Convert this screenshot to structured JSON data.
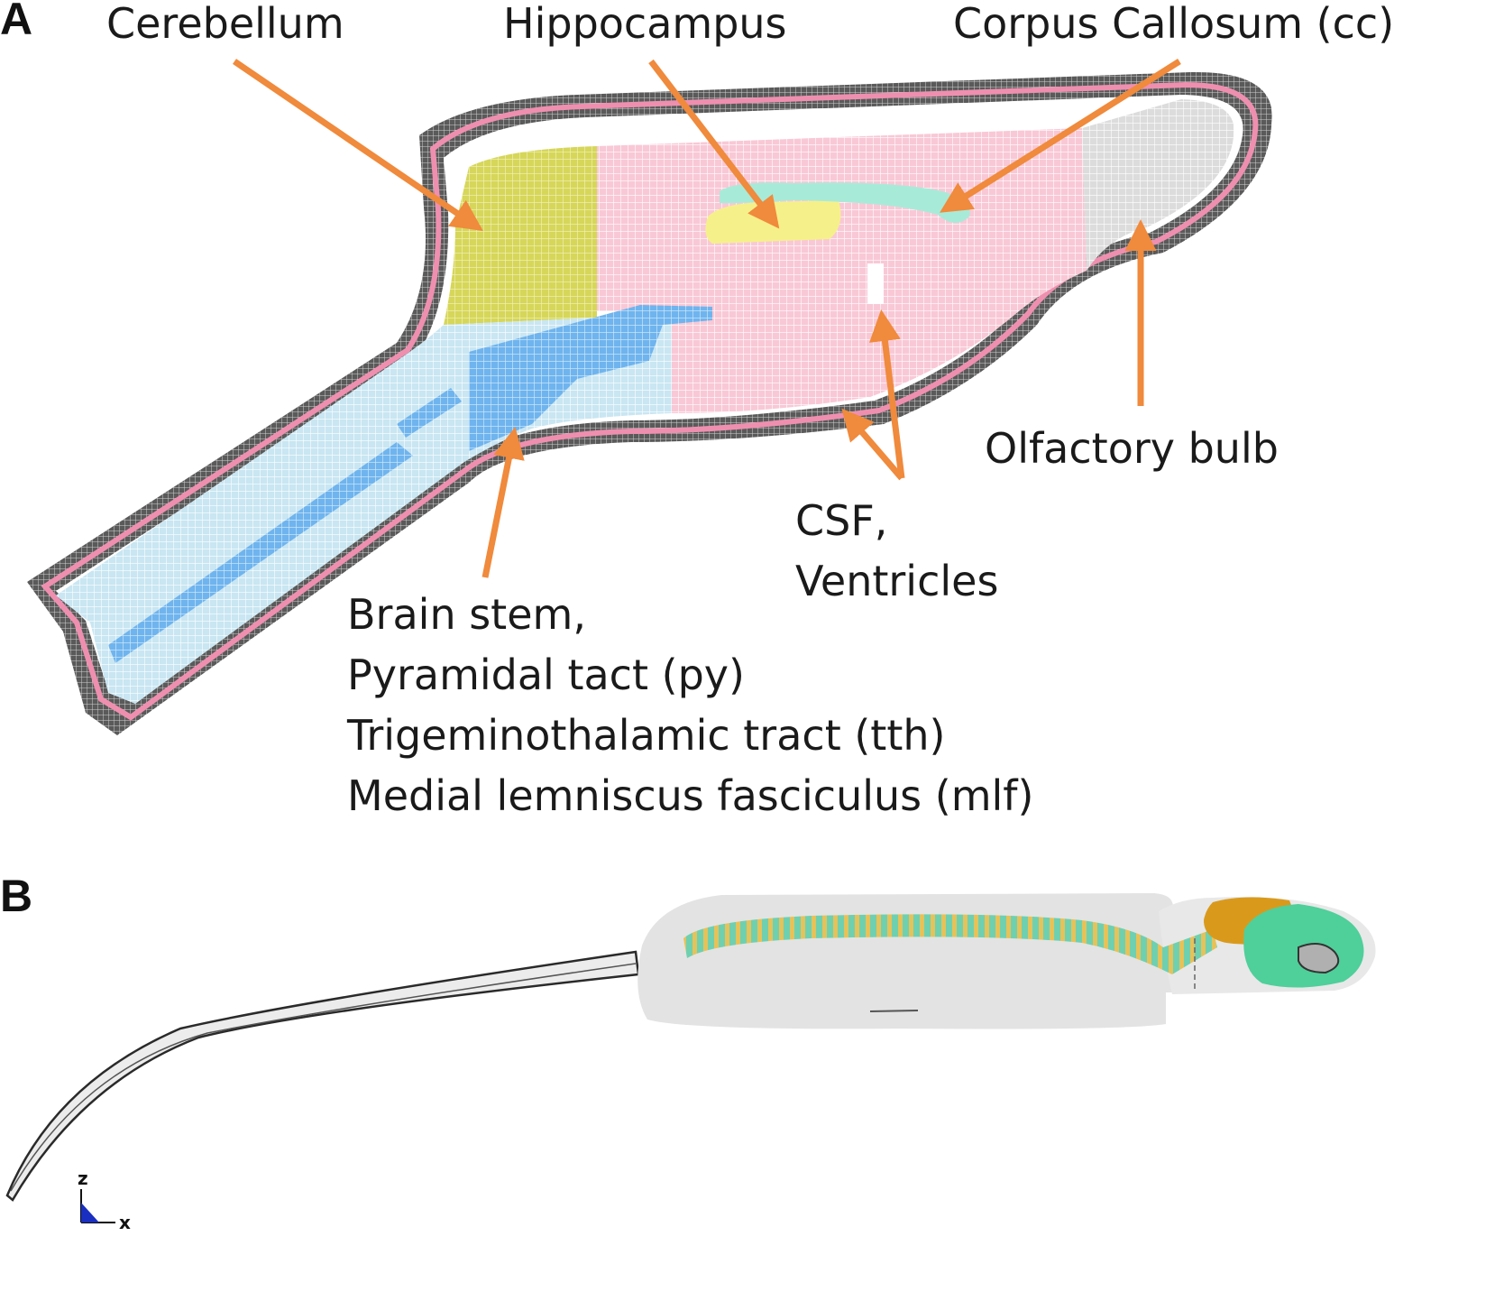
{
  "panel_a": {
    "letter": "A",
    "labels": {
      "cerebellum": "Cerebellum",
      "hippocampus": "Hippocampus",
      "corpus_callosum": "Corpus Callosum (cc)",
      "olfactory_bulb": "Olfactory bulb",
      "csf_line1": "CSF,",
      "csf_line2": "Ventricles",
      "brainstem_line1": "Brain stem,",
      "brainstem_line2": "Pyramidal tact (py)",
      "brainstem_line3": "Trigeminothalamic tract (tth)",
      "brainstem_line4": "Medial lemniscus fasciculus (mlf)"
    }
  },
  "panel_b": {
    "letter": "B",
    "axes": {
      "z": "z",
      "x": "x"
    }
  },
  "colors": {
    "arrow": "#f08a3c",
    "cerebrum": "#f9c8d6",
    "cerebellum": "#d6d65a",
    "hippocampus": "#f6f08a",
    "corpus_callosum": "#a8ead8",
    "olfactory": "#dcdcdc",
    "brainstem": "#c9e6f2",
    "brainstem_tracts": "#6fb4ee",
    "skull": "#5a5a5a",
    "membrane": "#ef8fb0",
    "body": "#e3e3e3",
    "spine": "#6fd0b0",
    "brain_b": "#d99a1c",
    "head_b": "#4fcf9a"
  }
}
